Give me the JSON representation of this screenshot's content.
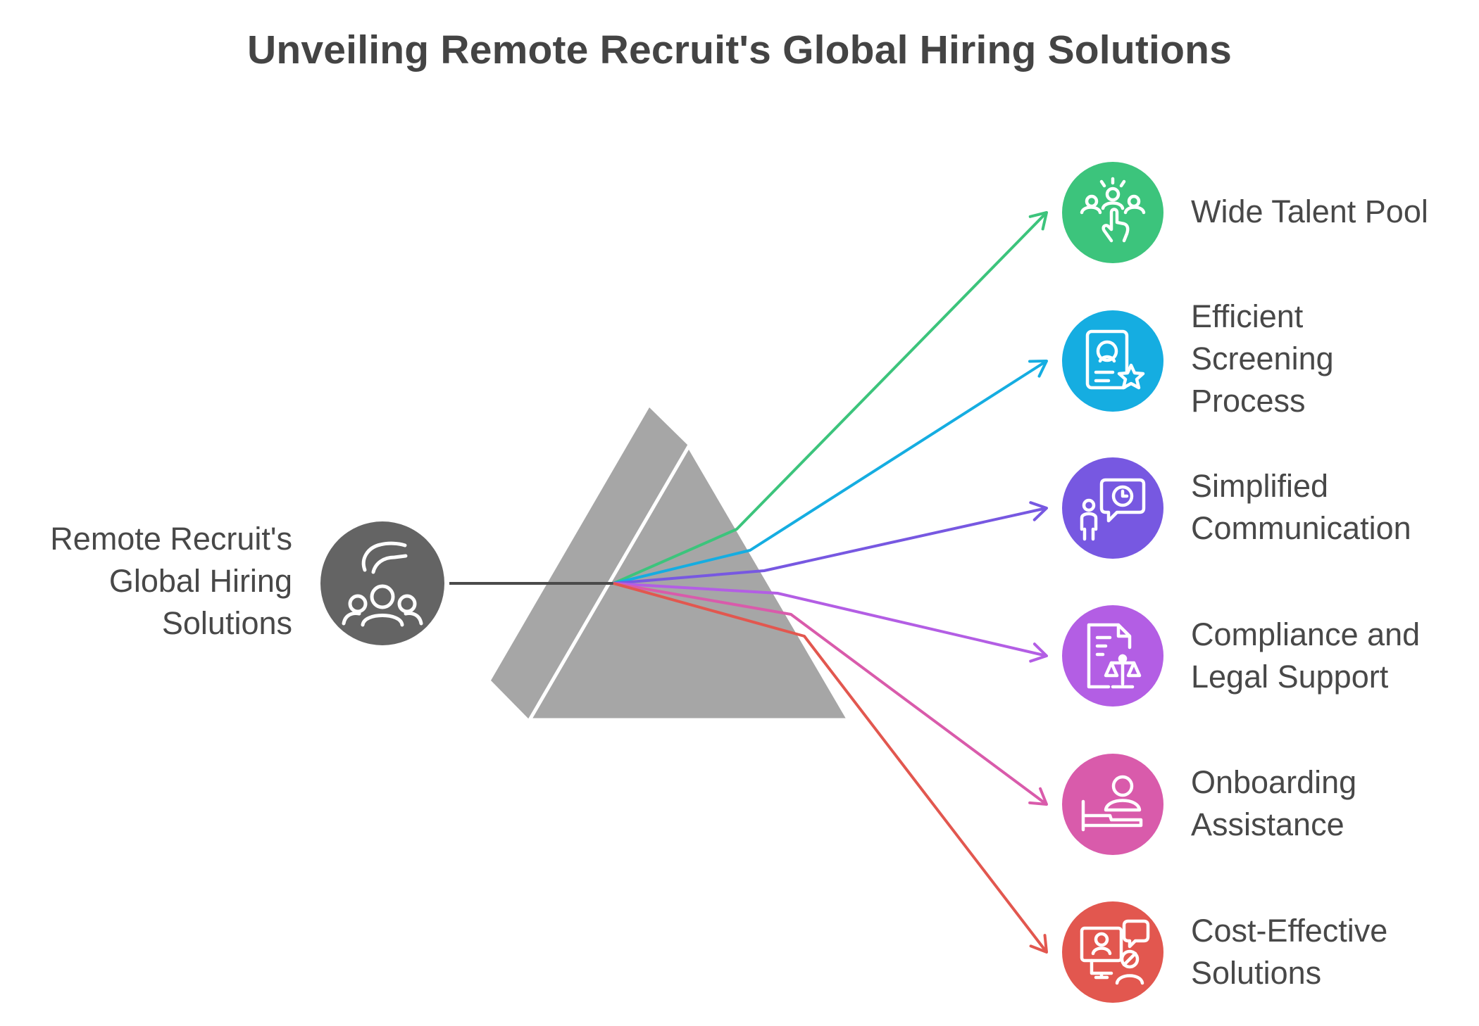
{
  "title": "Unveiling Remote Recruit's Global Hiring Solutions",
  "source": {
    "label_lines": [
      "Remote Recruit's",
      "Global Hiring",
      "Solutions"
    ],
    "icon": "hands-with-team-icon",
    "color": "#646464"
  },
  "outputs": [
    {
      "label_lines": [
        "Wide Talent Pool"
      ],
      "icon": "team-select-icon",
      "color": "#3cc47c"
    },
    {
      "label_lines": [
        "Efficient",
        "Screening",
        "Process"
      ],
      "icon": "profile-star-icon",
      "color": "#15ade1"
    },
    {
      "label_lines": [
        "Simplified",
        "Communication"
      ],
      "icon": "chat-clock-icon",
      "color": "#7758e1"
    },
    {
      "label_lines": [
        "Compliance and",
        "Legal Support"
      ],
      "icon": "legal-document-icon",
      "color": "#b35ee4"
    },
    {
      "label_lines": [
        "Onboarding",
        "Assistance"
      ],
      "icon": "onboarding-icon",
      "color": "#d95bab"
    },
    {
      "label_lines": [
        "Cost-Effective",
        "Solutions"
      ],
      "icon": "video-consult-icon",
      "color": "#e2574f"
    }
  ],
  "prism_color": "#a6a6a6",
  "beam_color": "#4a4a4a"
}
